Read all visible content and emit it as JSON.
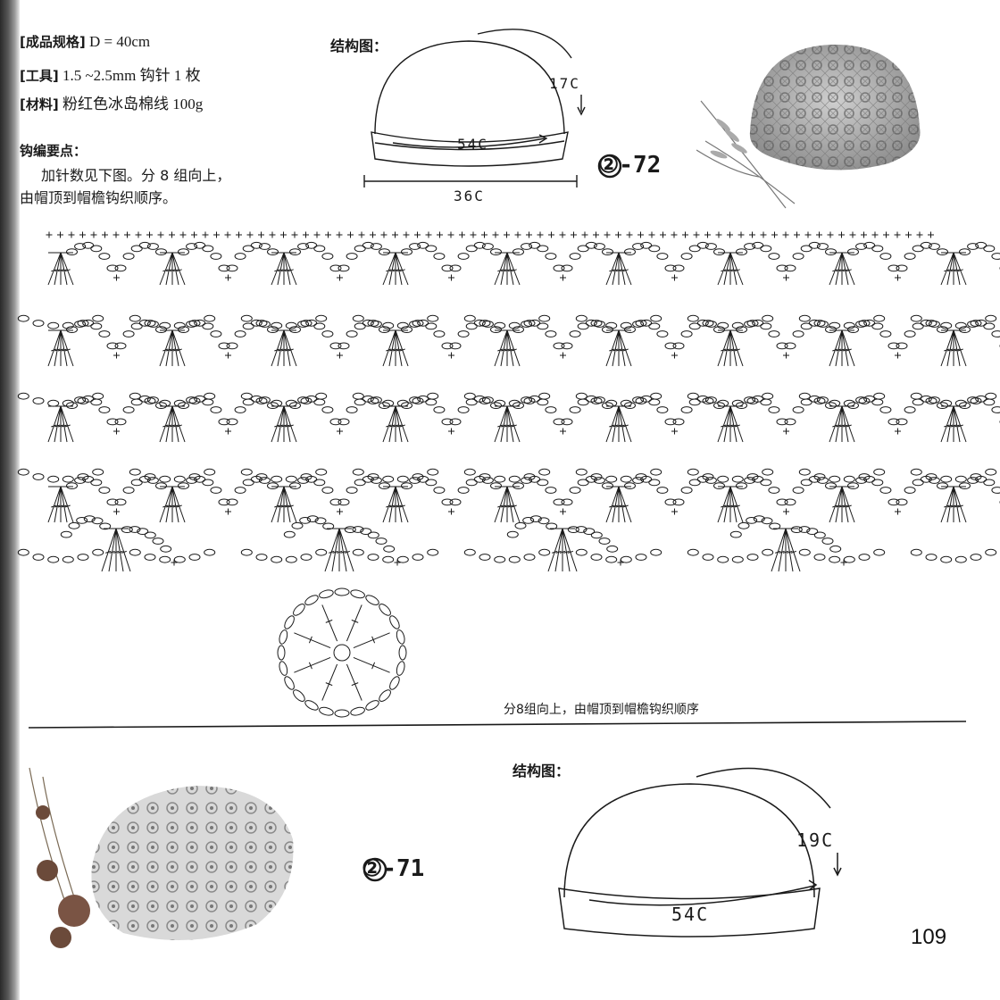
{
  "specs": {
    "size_label": "[成品规格]",
    "size_value": " D = 40cm",
    "tool_label": "[工具]",
    "tool_value": " 1.5 ~2.5mm 钩针 1 枚",
    "material_label": "[材料]",
    "material_value": " 粉红色冰岛棉线 100g"
  },
  "notes": {
    "heading": "钩编要点：",
    "line1": "加针数见下图。分 8 组向上，",
    "line2": "由帽顶到帽檐钩织顺序。"
  },
  "pattern_72": {
    "struct_label": "结构图：",
    "top_len": "17C",
    "circ_len": "54C",
    "width_len": "36C",
    "pattern_id": "②-72"
  },
  "chart": {
    "caption": "分8组向上，由帽顶到帽檐钩织顺序"
  },
  "pattern_71": {
    "struct_label": "结构图：",
    "top_len": "19C",
    "circ_len": "54C",
    "pattern_id": "②-71"
  },
  "page_number": "109",
  "colors": {
    "ink": "#1a1a1a",
    "paper": "#ffffff",
    "photo_gray": "#9a9a9a",
    "flower_brown": "#6b4a3a"
  }
}
